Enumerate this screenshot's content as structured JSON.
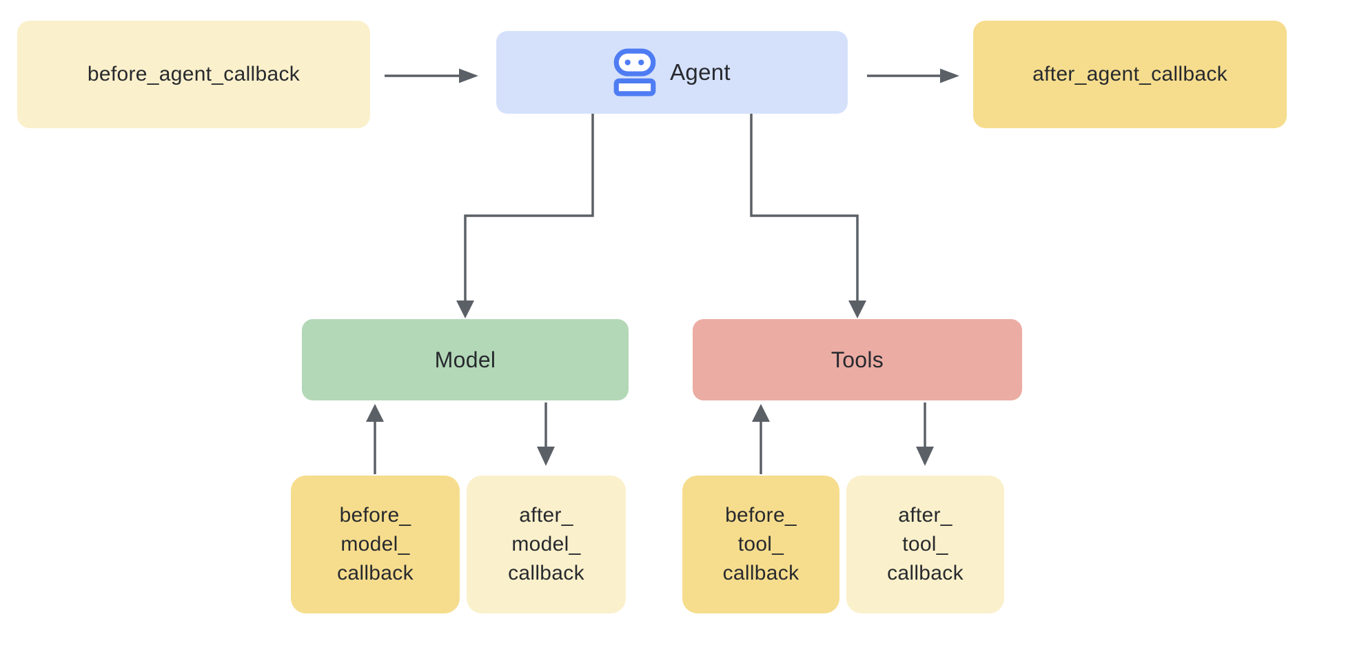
{
  "colors": {
    "background": "#ffffff",
    "box_cream": "#FAF0CB",
    "box_gold": "#F6DD8D",
    "box_blue": "#D5E1FB",
    "box_green": "#B3D8B7",
    "box_pink": "#EBACA4",
    "robot_blue": "#4E7CF3",
    "arrow_gray": "#5B6067",
    "text_dark": "#27292E"
  },
  "diagram": {
    "nodes": {
      "before_agent": {
        "label": "before_agent_callback"
      },
      "agent": {
        "label": "Agent",
        "icon": "robot-icon"
      },
      "after_agent": {
        "label": "after_agent_callback"
      },
      "model": {
        "label": "Model"
      },
      "tools": {
        "label": "Tools"
      },
      "before_model": {
        "lines": [
          "before_",
          "model_",
          "callback"
        ]
      },
      "after_model": {
        "lines": [
          "after_",
          "model_",
          "callback"
        ]
      },
      "before_tool": {
        "lines": [
          "before_",
          "tool_",
          "callback"
        ]
      },
      "after_tool": {
        "lines": [
          "after_",
          "tool_",
          "callback"
        ]
      }
    },
    "edges": [
      {
        "from": "before_agent",
        "to": "agent",
        "shape": "straight-right"
      },
      {
        "from": "agent",
        "to": "after_agent",
        "shape": "straight-right"
      },
      {
        "from": "agent",
        "to": "model",
        "shape": "elbow-down"
      },
      {
        "from": "agent",
        "to": "tools",
        "shape": "elbow-down"
      },
      {
        "from": "before_model",
        "to": "model",
        "shape": "straight-up"
      },
      {
        "from": "model",
        "to": "after_model",
        "shape": "straight-down"
      },
      {
        "from": "before_tool",
        "to": "tools",
        "shape": "straight-up"
      },
      {
        "from": "tools",
        "to": "after_tool",
        "shape": "straight-down"
      }
    ]
  }
}
